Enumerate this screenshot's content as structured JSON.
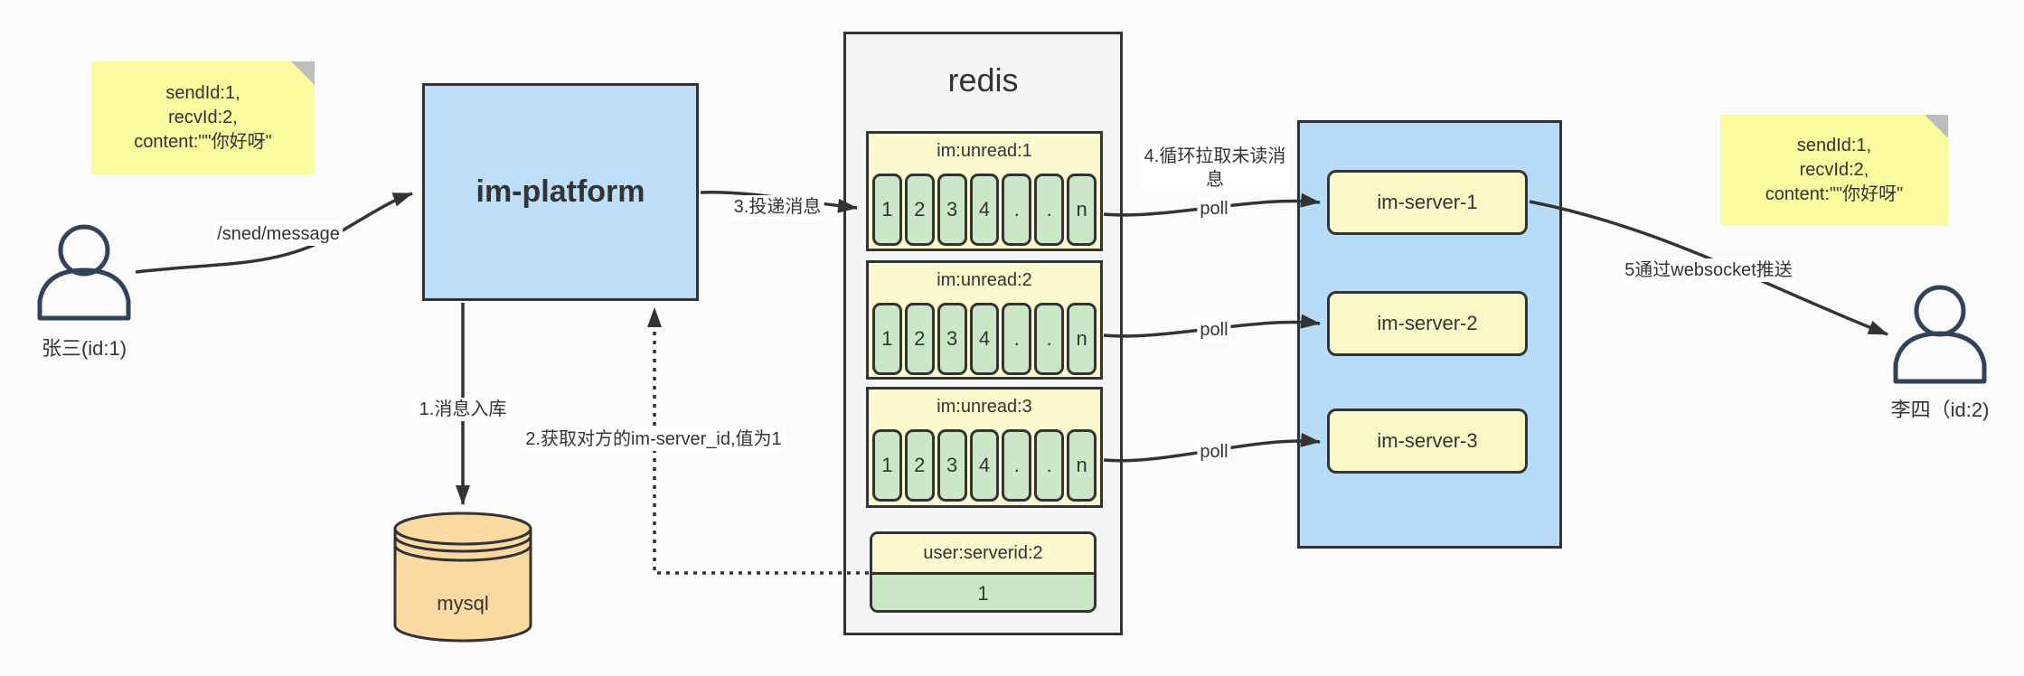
{
  "diagram": {
    "notes": {
      "left": {
        "lines": [
          "sendId:1,",
          "recvId:2,",
          "content:\"\"你好呀\""
        ]
      },
      "right": {
        "lines": [
          "sendId:1,",
          "recvId:2,",
          "content:\"\"你好呀\""
        ]
      }
    },
    "actors": {
      "sender": {
        "label": "张三(id:1)"
      },
      "receiver": {
        "label": "李四（id:2)"
      }
    },
    "platform": {
      "label": "im-platform"
    },
    "database": {
      "label": "mysql"
    },
    "redis": {
      "title": "redis",
      "queues": [
        {
          "header": "im:unread:1",
          "cells": [
            "1",
            "2",
            "3",
            "4",
            ".",
            ".",
            "n"
          ]
        },
        {
          "header": "im:unread:2",
          "cells": [
            "1",
            "2",
            "3",
            "4",
            ".",
            ".",
            "n"
          ]
        },
        {
          "header": "im:unread:3",
          "cells": [
            "1",
            "2",
            "3",
            "4",
            ".",
            ".",
            "n"
          ]
        }
      ],
      "kv": {
        "header": "user:serverid:2",
        "value": "1"
      }
    },
    "servers": [
      {
        "label": "im-server-1"
      },
      {
        "label": "im-server-2"
      },
      {
        "label": "im-server-3"
      }
    ],
    "edges": {
      "send": "/sned/message",
      "step1": "1.消息入库",
      "step2": "2.获取对方的im-server_id,值为1",
      "step3": "3.投递消息",
      "step4_lines": [
        "4.循环拉取未读消",
        "息"
      ],
      "step5": "5通过websocket推送",
      "poll": "poll"
    },
    "colors": {
      "platform_blue": "#BEDDF6",
      "servers_blue": "#B7DCF8",
      "note_yellow": "#FAFA9E",
      "queue_yellow": "#FCF9CE",
      "server_yellow": "#FBF8C7",
      "cell_green": "#CBE7C8",
      "db_peach": "#FBDAA1",
      "redis_gray": "#F5F5F5",
      "stroke_dark": "#333333",
      "actor_stroke": "#33425B"
    }
  }
}
